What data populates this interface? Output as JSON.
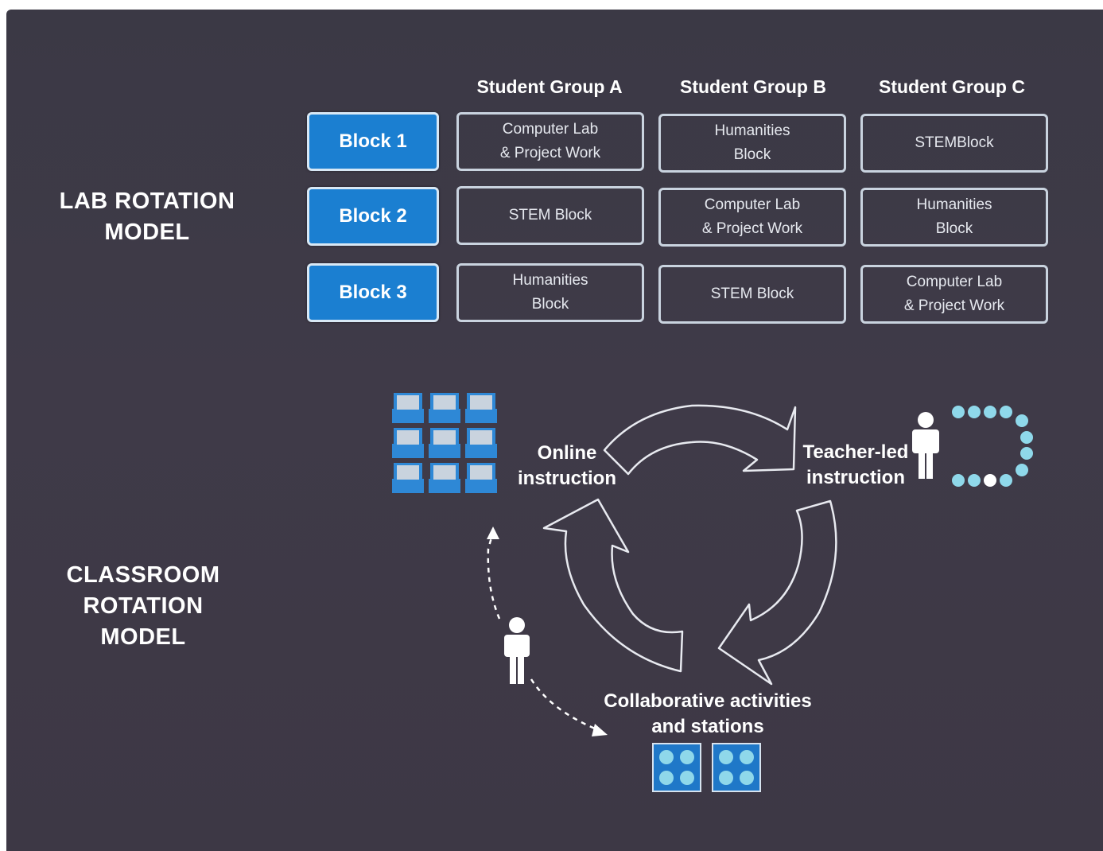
{
  "lab_rotation": {
    "title": "LAB ROTATION\nMODEL",
    "groups": [
      "Student Group A",
      "Student Group B",
      "Student Group C"
    ],
    "rows": [
      {
        "block": "Block 1",
        "cells": [
          "Computer Lab\n& Project Work",
          "Humanities\nBlock",
          "STEMBlock"
        ]
      },
      {
        "block": "Block 2",
        "cells": [
          "STEM Block",
          "Computer Lab\n& Project Work",
          "Humanities\nBlock"
        ]
      },
      {
        "block": "Block 3",
        "cells": [
          "Humanities\nBlock",
          "STEM Block",
          "Computer Lab\n& Project Work"
        ]
      }
    ]
  },
  "classroom_rotation": {
    "title": "CLASSROOM\nROTATION\nMODEL",
    "stations": {
      "online": "Online\ninstruction",
      "teacher": "Teacher-led\ninstruction",
      "collab": "Collaborative activities\nand stations"
    },
    "icons": [
      "computer-grid-icon",
      "teacher-icon",
      "student-circle-icon",
      "student-icon",
      "group-table-icon"
    ]
  },
  "colors": {
    "background": "#3d3945",
    "block_blue": "#1b7fd1",
    "accent_cyan": "#8fd8ea",
    "icon_blue": "#2e88d6"
  }
}
